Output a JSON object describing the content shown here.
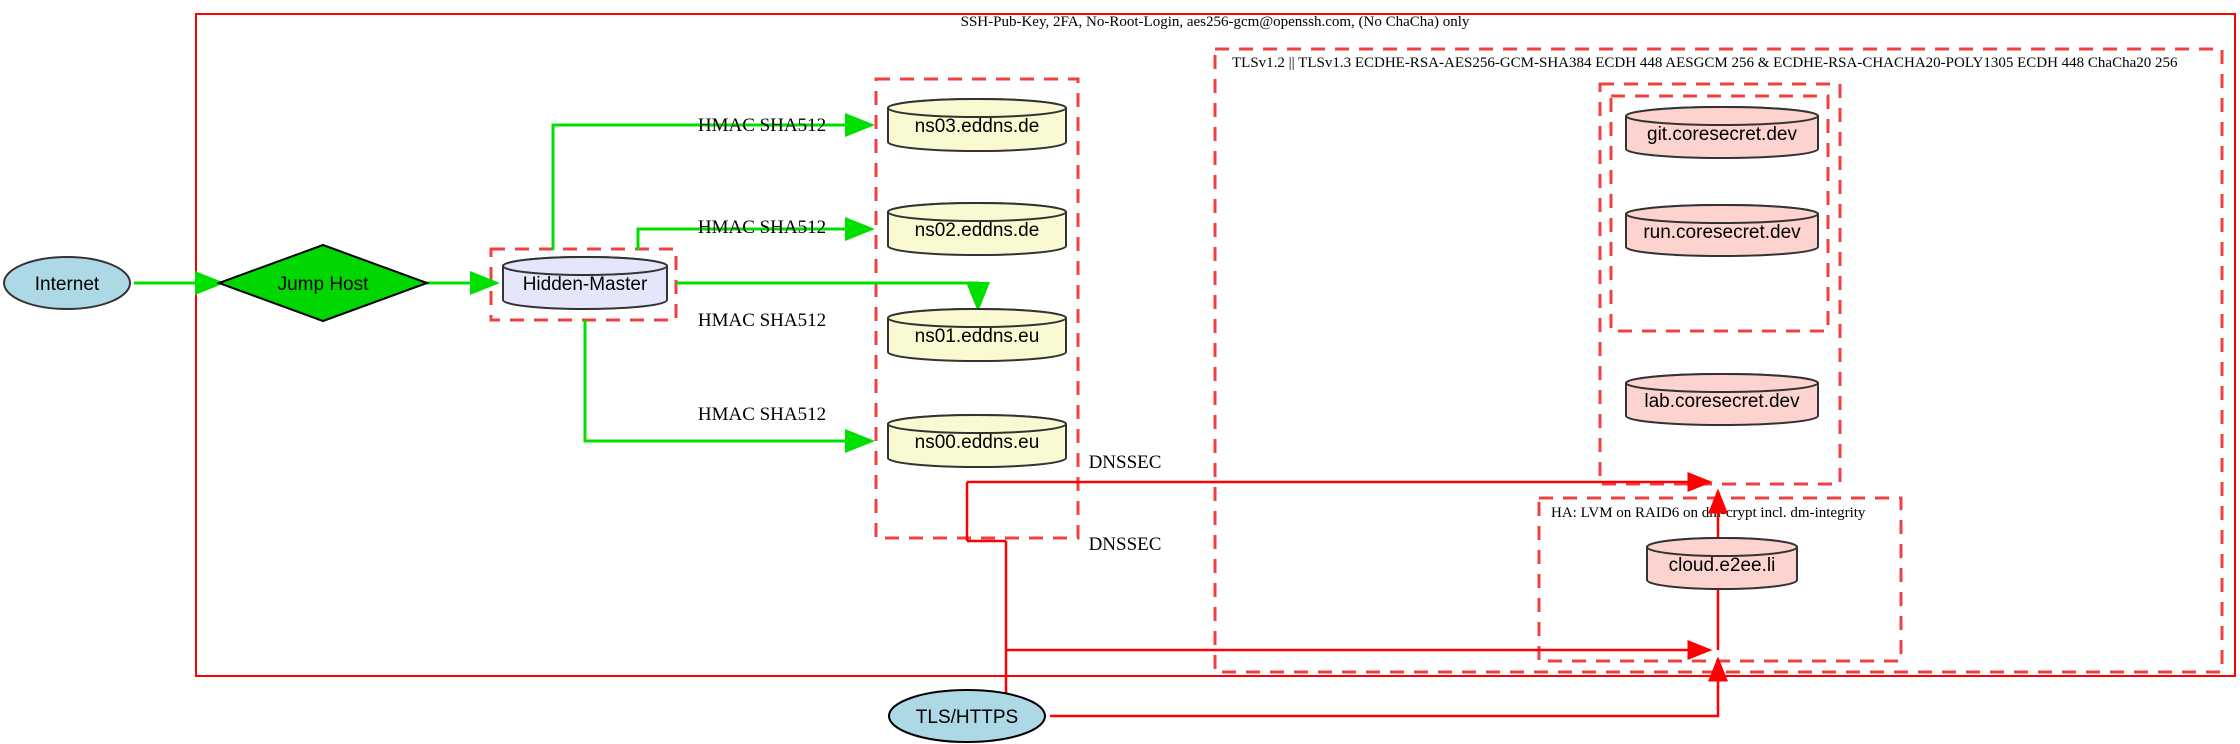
{
  "diagram": {
    "title_label": "SSH-Pub-Key, 2FA, No-Root-Login, aes256-gcm@openssh.com, (No ChaCha) only",
    "clusters": {
      "tls": {
        "label": "TLSv1.2 || TLSv1.3 ECDHE-RSA-AES256-GCM-SHA384 ECDH 448 AESGCM 256 & ECDHE-RSA-CHACHA20-POLY1305 ECDH 448 ChaCha20 256"
      },
      "ha": {
        "label": "HA: LVM on RAID6 on dm-crypt incl. dm-integrity"
      },
      "dns": {
        "label": ""
      },
      "master": {
        "label": ""
      },
      "coresecret": {
        "label": ""
      }
    },
    "nodes": {
      "internet": {
        "label": "Internet",
        "shape": "ellipse",
        "fill": "#add8e6"
      },
      "jump_host": {
        "label": "Jump Host",
        "shape": "diamond",
        "fill": "#00d700"
      },
      "hidden_master": {
        "label": "Hidden-Master",
        "shape": "cylinder",
        "fill": "#e6e6fa"
      },
      "ns03": {
        "label": "ns03.eddns.de",
        "shape": "cylinder",
        "fill": "#fafad2"
      },
      "ns02": {
        "label": "ns02.eddns.de",
        "shape": "cylinder",
        "fill": "#fafad2"
      },
      "ns01": {
        "label": "ns01.eddns.eu",
        "shape": "cylinder",
        "fill": "#fafad2"
      },
      "ns00": {
        "label": "ns00.eddns.eu",
        "shape": "cylinder",
        "fill": "#fafad2"
      },
      "git": {
        "label": "git.coresecret.dev",
        "shape": "cylinder",
        "fill": "#fcd3cf"
      },
      "run": {
        "label": "run.coresecret.dev",
        "shape": "cylinder",
        "fill": "#fcd3cf"
      },
      "lab": {
        "label": "lab.coresecret.dev",
        "shape": "cylinder",
        "fill": "#fcd3cf"
      },
      "cloud": {
        "label": "cloud.e2ee.li",
        "shape": "cylinder",
        "fill": "#fcd3cf"
      },
      "tls_https": {
        "label": "TLS/HTTPS",
        "shape": "ellipse",
        "fill": "#add8e6"
      }
    },
    "edge_labels": {
      "hmac_ns03": "HMAC SHA512",
      "hmac_ns02": "HMAC SHA512",
      "hmac_ns01": "HMAC SHA512",
      "hmac_ns00": "HMAC SHA512",
      "dnssec_upper": "DNSSEC",
      "dnssec_lower": "DNSSEC"
    },
    "colors": {
      "green_edge": "#00e000",
      "red_edge": "#ff0000",
      "cluster_dash": "#f04040",
      "node_stroke": "#333333"
    }
  }
}
